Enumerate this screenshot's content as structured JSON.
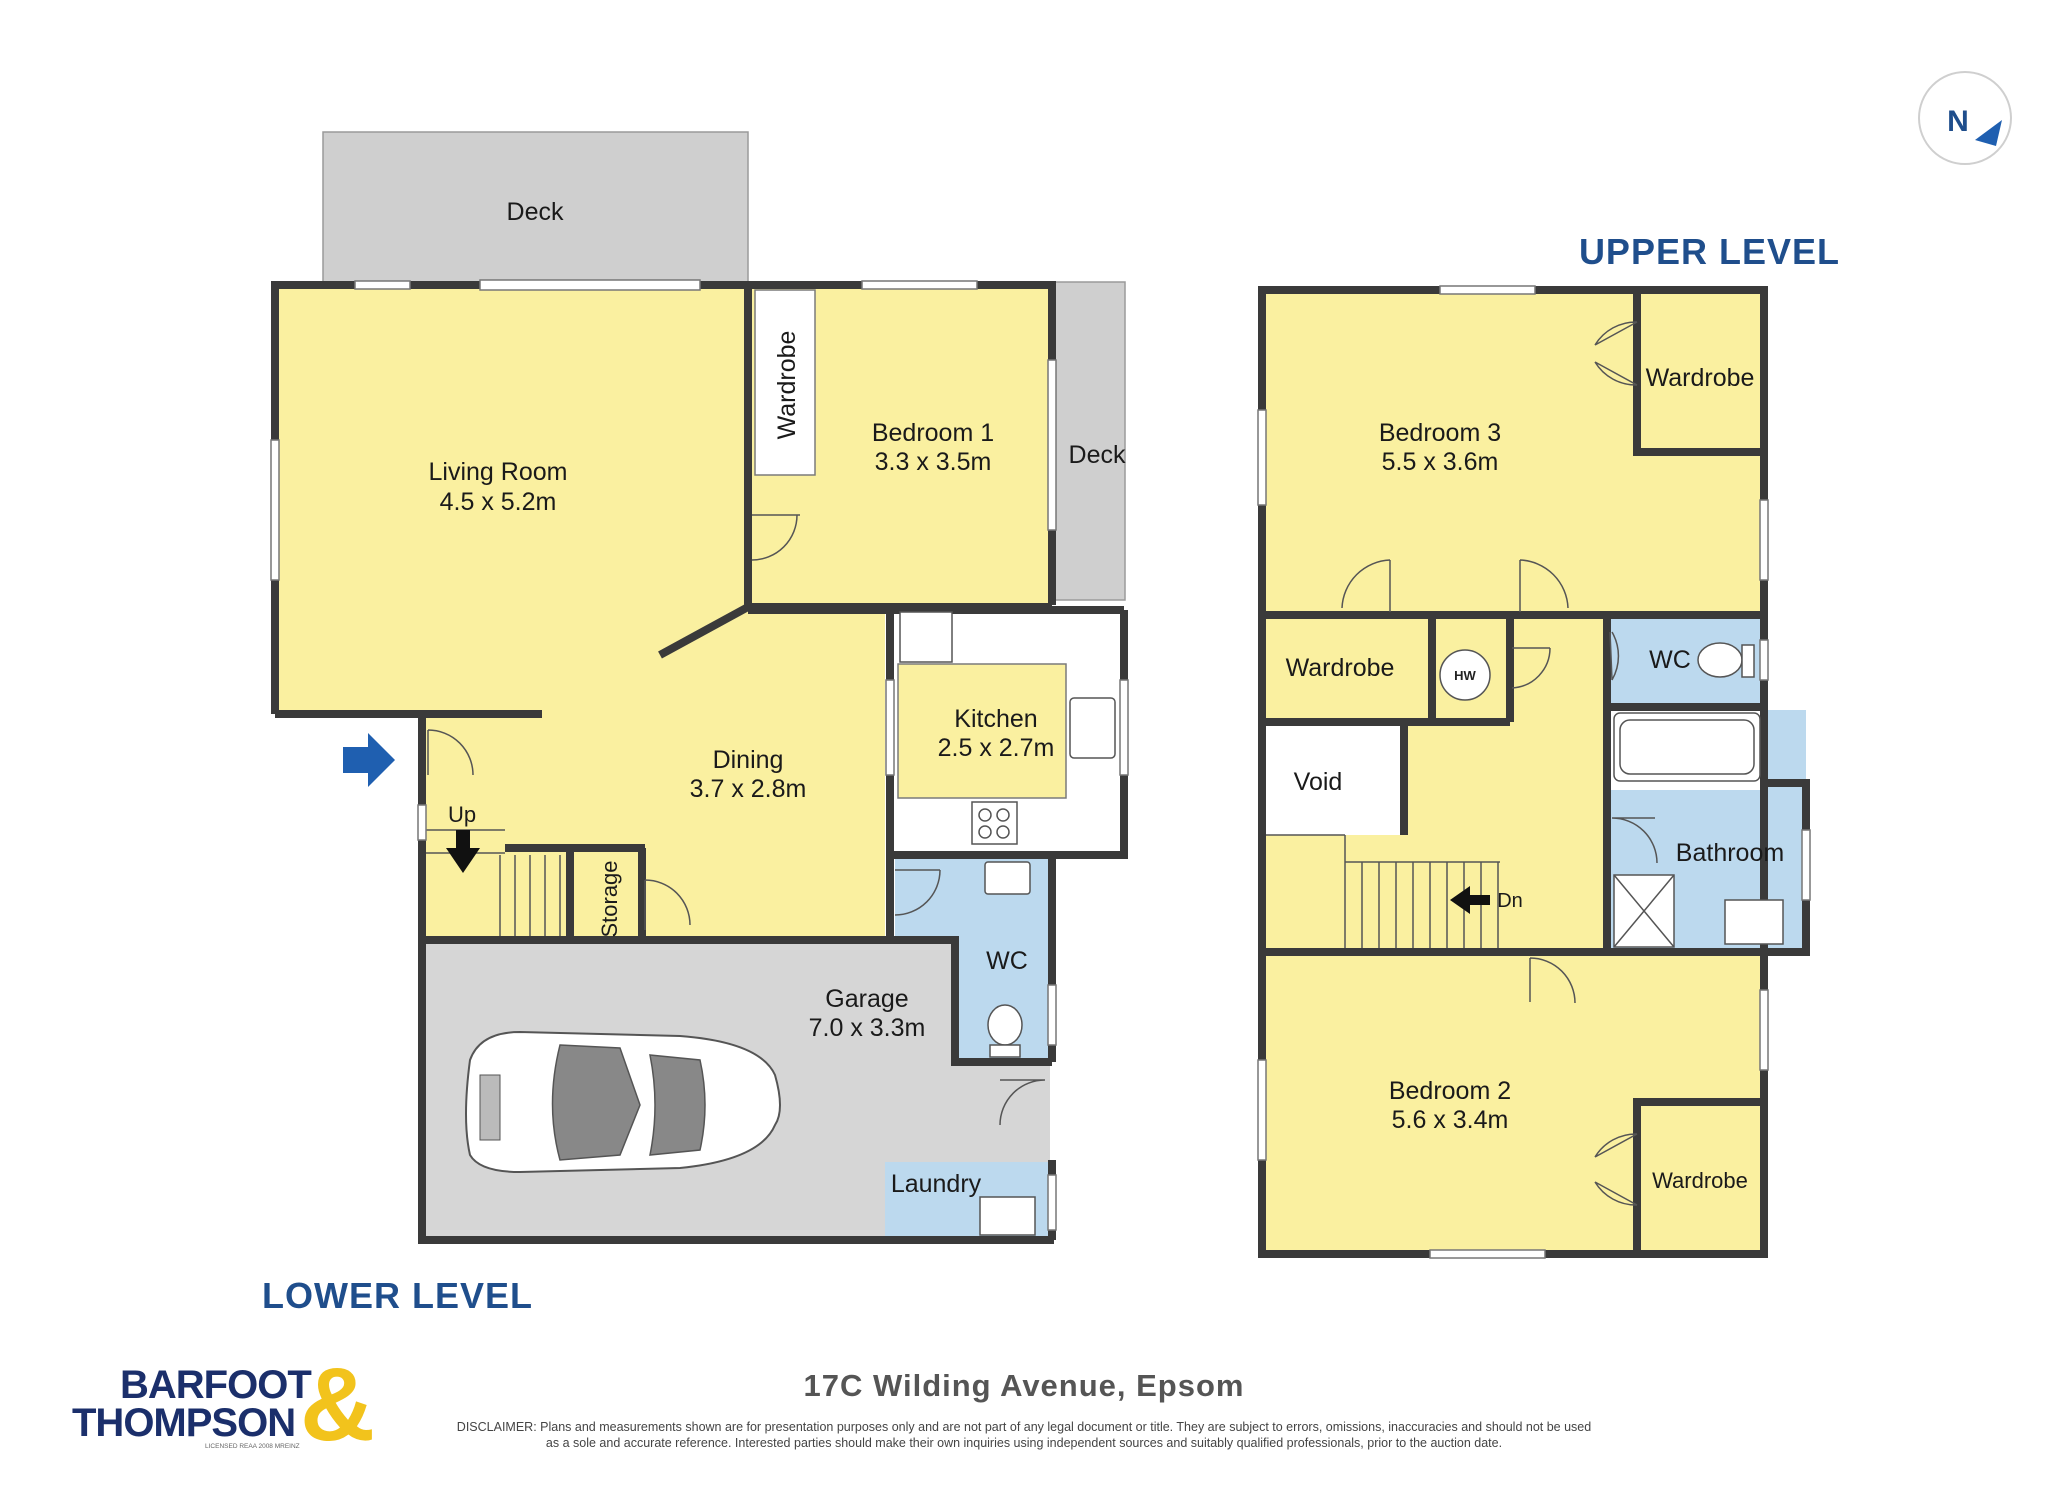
{
  "address": "17C Wilding Avenue, Epsom",
  "disclaimer": {
    "line1": "DISCLAIMER: Plans and measurements shown are for presentation purposes only and are not part of any legal document or title. They are subject to errors, omissions, inaccuracies and should not be used",
    "line2": "as a sole and accurate reference. Interested parties should make their own inquiries using independent sources and suitably qualified professionals, prior to the auction date."
  },
  "compass": {
    "label": "N"
  },
  "colors": {
    "room": "#faf0a0",
    "wet": "#bcd9ee",
    "garage": "#d6d6d6",
    "deck": "#cfcfcf",
    "wall": "#3a3a3a",
    "accent": "#1f4e8c",
    "arrow": "#1f5fb0"
  },
  "lower_level": {
    "title": "LOWER LEVEL",
    "rooms": {
      "deck_top": "Deck",
      "deck_right": "Deck",
      "living_name": "Living Room",
      "living_dim": "4.5 x 5.2m",
      "bed1_name": "Bedroom 1",
      "bed1_dim": "3.3 x 3.5m",
      "wardrobe": "Wardrobe",
      "dining_name": "Dining",
      "dining_dim": "3.7 x 2.8m",
      "kitchen_name": "Kitchen",
      "kitchen_dim": "2.5 x 2.7m",
      "wc": "WC",
      "storage": "Storage",
      "up": "Up",
      "garage_name": "Garage",
      "garage_dim": "7.0 x 3.3m",
      "laundry": "Laundry"
    }
  },
  "upper_level": {
    "title": "UPPER LEVEL",
    "rooms": {
      "bed3_name": "Bedroom 3",
      "bed3_dim": "5.5 x 3.6m",
      "wardrobe_b3": "Wardrobe",
      "wardrobe_mid": "Wardrobe",
      "hw": "HW",
      "wc": "WC",
      "void": "Void",
      "bathroom": "Bathroom",
      "dn": "Dn",
      "bed2_name": "Bedroom 2",
      "bed2_dim": "5.6 x 3.4m",
      "wardrobe_b2": "Wardrobe"
    }
  },
  "logo": {
    "line1": "BARFOOT",
    "line2": "THOMPSON",
    "amp": "&",
    "license": "LICENSED REAA 2008 MREINZ"
  }
}
